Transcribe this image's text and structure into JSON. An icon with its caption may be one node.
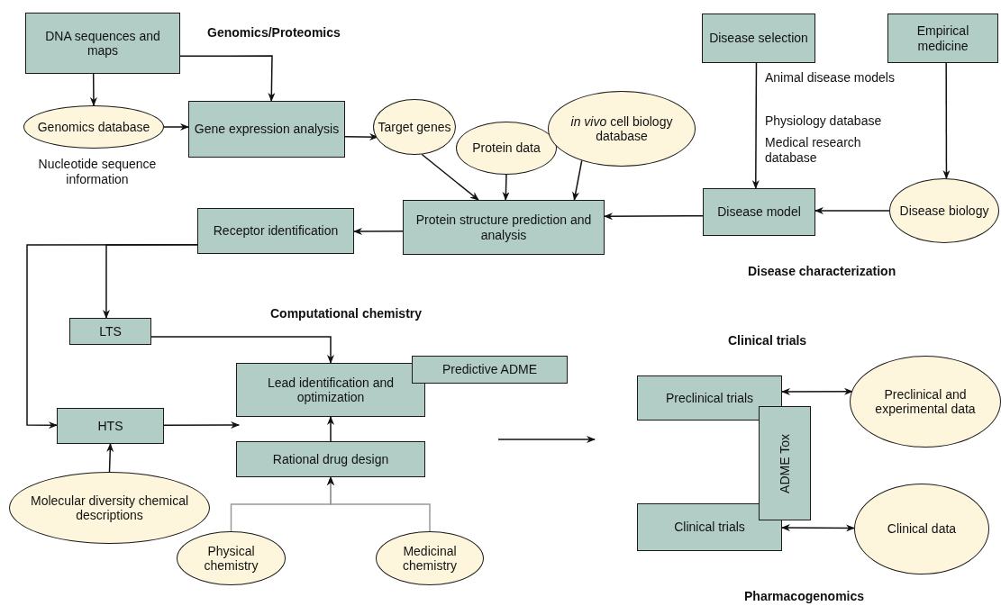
{
  "diagram": {
    "nodes": [
      {
        "text": [
          "DNA sequences and maps"
        ]
      },
      {
        "text": [
          "Genomics database"
        ],
        "beside": [
          "Nucleotide sequence information"
        ]
      },
      {
        "text": [
          "Gene expression analysis"
        ]
      },
      {
        "text": [
          "Target genes"
        ]
      },
      {
        "text": [
          "Protein data"
        ]
      },
      {
        "text": [
          "*in vivo* cell biology database"
        ]
      },
      {
        "text": [
          "Disease selection"
        ]
      },
      {
        "text": [
          "Empirical medicine"
        ]
      },
      {
        "text": [
          "Protein structure prediction and analysis"
        ]
      },
      {
        "text": [
          "Disease model"
        ]
      },
      {
        "text": [
          "Disease biology"
        ]
      },
      {
        "text": [
          "Receptor identification"
        ]
      },
      {
        "text": [
          "LTS"
        ]
      },
      {
        "text": [
          "Lead identification and optimization"
        ]
      },
      {
        "text": [
          "Predictive ADME"
        ]
      },
      {
        "text": [
          "HTS"
        ]
      },
      {
        "text": [
          "Rational drug design"
        ]
      },
      {
        "text": [
          "Molecular diversity chemical descriptions"
        ]
      },
      {
        "text": [
          "Physical chemistry"
        ]
      },
      {
        "text": [
          "Medicinal chemistry"
        ]
      },
      {
        "text": [
          "Preclinical trials"
        ]
      },
      {
        "text": [
          "Clinical trials"
        ]
      },
      {
        "text": [
          "ADME Tox"
        ]
      },
      {
        "text": [
          "Preclinical and experimental data"
        ]
      },
      {
        "text": [
          "Clinical data"
        ]
      }
    ],
    "edges": [
      {
        "from": 0,
        "to": 1,
        "arrow": "to"
      },
      {
        "from": 0,
        "to": 2,
        "arrow": "to"
      },
      {
        "from": 1,
        "to": 2,
        "arrow": "to"
      },
      {
        "from": 2,
        "to": 3,
        "arrow": "to"
      },
      {
        "from": 3,
        "to": 8,
        "arrow": "to"
      },
      {
        "from": 4,
        "to": 8,
        "arrow": "to"
      },
      {
        "from": 5,
        "to": 8,
        "arrow": "to"
      },
      {
        "from": 6,
        "to": 9,
        "arrow": "to"
      },
      {
        "from": 7,
        "to": 10,
        "arrow": "to"
      },
      {
        "from": 10,
        "to": 9,
        "arrow": "to"
      },
      {
        "from": 9,
        "to": 8,
        "arrow": "to"
      },
      {
        "from": 8,
        "to": 11,
        "arrow": "to"
      },
      {
        "from": 11,
        "to": 12,
        "arrow": "to"
      },
      {
        "from": 11,
        "to": 15,
        "arrow": "to"
      },
      {
        "from": 12,
        "to": 13,
        "arrow": "to"
      },
      {
        "from": 15,
        "to": 13,
        "arrow": "to"
      },
      {
        "from": 17,
        "to": 15,
        "arrow": "to"
      },
      {
        "from": 16,
        "to": 13,
        "arrow": "to"
      },
      {
        "from": 18,
        "to": 16,
        "arrow": "to",
        "color": "#999999"
      },
      {
        "from": 19,
        "to": 16,
        "arrow": "to",
        "color": "#999999"
      },
      {
        "from": 20,
        "to": 23,
        "arrow": "both"
      },
      {
        "from": 21,
        "to": 24,
        "arrow": "both"
      }
    ],
    "labels": [
      "Genomics/Proteomics",
      "Animal disease models",
      "Physiology database",
      "Medical research database",
      "Disease characterization",
      "Computational chemistry",
      "Clinical trials",
      "Pharmacogenomics"
    ]
  }
}
